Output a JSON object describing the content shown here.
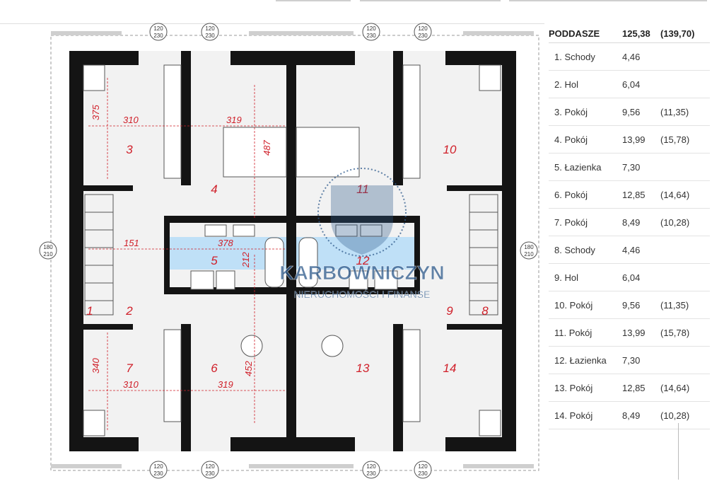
{
  "table": {
    "header": {
      "name": "PODDASZE",
      "area": "125,38",
      "area_alt": "(139,70)"
    },
    "rows": [
      {
        "name": "1. Schody",
        "area": "4,46",
        "area_alt": ""
      },
      {
        "name": "2. Hol",
        "area": "6,04",
        "area_alt": ""
      },
      {
        "name": "3. Pokój",
        "area": "9,56",
        "area_alt": "(11,35)"
      },
      {
        "name": "4. Pokój",
        "area": "13,99",
        "area_alt": "(15,78)"
      },
      {
        "name": "5. Łazienka",
        "area": "7,30",
        "area_alt": ""
      },
      {
        "name": "6. Pokój",
        "area": "12,85",
        "area_alt": "(14,64)"
      },
      {
        "name": "7. Pokój",
        "area": "8,49",
        "area_alt": "(10,28)"
      },
      {
        "name": "8. Schody",
        "area": "4,46",
        "area_alt": ""
      },
      {
        "name": "9. Hol",
        "area": "6,04",
        "area_alt": ""
      },
      {
        "name": "10. Pokój",
        "area": "9,56",
        "area_alt": "(11,35)"
      },
      {
        "name": "11. Pokój",
        "area": "13,99",
        "area_alt": "(15,78)"
      },
      {
        "name": "12. Łazienka",
        "area": "7,30",
        "area_alt": ""
      },
      {
        "name": "13. Pokój",
        "area": "12,85",
        "area_alt": "(14,64)"
      },
      {
        "name": "14. Pokój",
        "area": "8,49",
        "area_alt": "(10,28)"
      }
    ]
  },
  "plan": {
    "room_numbers": [
      "1",
      "2",
      "3",
      "4",
      "5",
      "6",
      "7",
      "8",
      "9",
      "10",
      "11",
      "12",
      "13",
      "14"
    ],
    "dimensions": {
      "d375": "375",
      "d310a": "310",
      "d319a": "319",
      "d487": "487",
      "d151": "151",
      "d378": "378",
      "d212": "212",
      "d340": "340",
      "d310b": "310",
      "d319b": "319",
      "d452": "452"
    },
    "window_labels": {
      "top": "120",
      "bottom": "230",
      "side_top": "180",
      "side_bottom": "210"
    }
  },
  "watermark": {
    "name": "KARBOWNICZYN",
    "subtitle": "NIERUCHOMOŚCI I FINANSE"
  },
  "colors": {
    "wall": "#141414",
    "dimension": "#d0202a",
    "bath": "#bfe0f7",
    "watermark": "#2e5a8c"
  }
}
